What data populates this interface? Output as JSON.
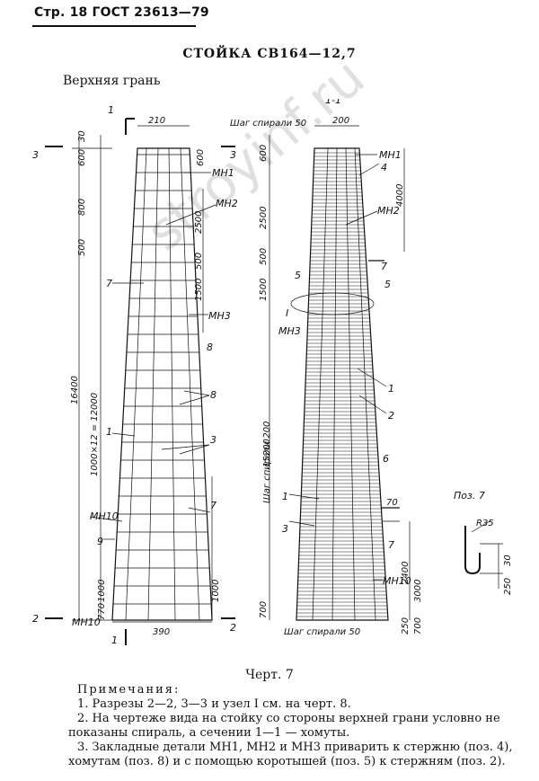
{
  "header": {
    "text": "Стр. 18 ГОСТ 23613—79"
  },
  "title": "СТОЙКА СВ164—12,7",
  "subtitle": "Верхняя грань",
  "drawing": {
    "dims": {
      "top_width": "210",
      "section_width": "200",
      "bottom_width": "390",
      "pitch_top": "Шаг спирали 50",
      "pitch_bottom": "Шаг спирали 50",
      "pitch_mid": "Шаг спирали 200",
      "total_height": "16400",
      "rung_height": "1000×12 = 12000",
      "d30": "30",
      "d600": "600",
      "d800": "800",
      "d2500": "2500",
      "d500a": "500",
      "d500b": "500",
      "d1500": "1500",
      "d4000": "4000",
      "d1000a": "1000",
      "d1000b": "1000",
      "d770": "770",
      "d700": "700",
      "d250": "250",
      "d2400": "2400",
      "d3000": "3000",
      "d15200": "15200",
      "d70": "70",
      "r35": "R35",
      "d30b": "30",
      "d250b": "250"
    },
    "labels": {
      "mn1": "МН1",
      "mn2": "МН2",
      "mn3": "МН3",
      "mn10": "МН10",
      "sec11": "1-1",
      "sec22": "2",
      "sec33": "3",
      "one": "1",
      "node_I": "I",
      "poz7": "Поз. 7",
      "p1": "1",
      "p2": "2",
      "p3": "3",
      "p4": "4",
      "p5": "5",
      "p6": "6",
      "p7": "7",
      "p8": "8",
      "p9": "9"
    }
  },
  "caption": "Черт. 7",
  "notes": {
    "heading": "Примечания:",
    "n1": "1. Разрезы 2—2, 3—3 и узел I см. на черт. 8.",
    "n2": "2. На чертеже вида на стойку со стороны верхней грани условно не показаны спираль, а сечении 1—1 — хомуты.",
    "n3": "3. Закладные детали МН1, МН2 и МН3 приварить к стержню (поз. 4), хомутам (поз. 8) и с помощью коротышей (поз. 5) к стержням (поз. 2)."
  },
  "watermark": "stroyinf.ru"
}
